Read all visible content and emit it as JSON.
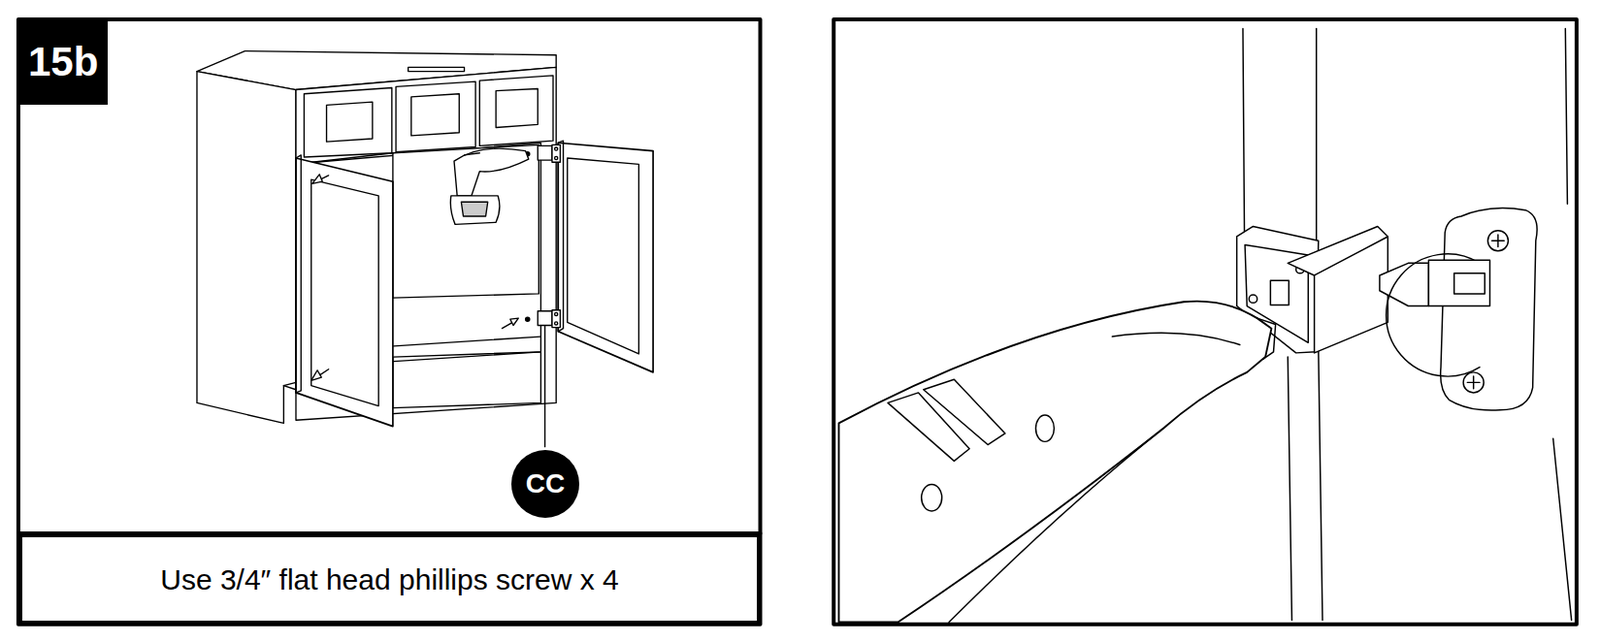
{
  "diagram": {
    "nodes": [
      {
        "text": [
          "15b"
        ]
      },
      {
        "text": [
          "CC"
        ]
      },
      {
        "text": [
          "Use 3/4″ flat head phillips screw x 4"
        ]
      }
    ]
  }
}
